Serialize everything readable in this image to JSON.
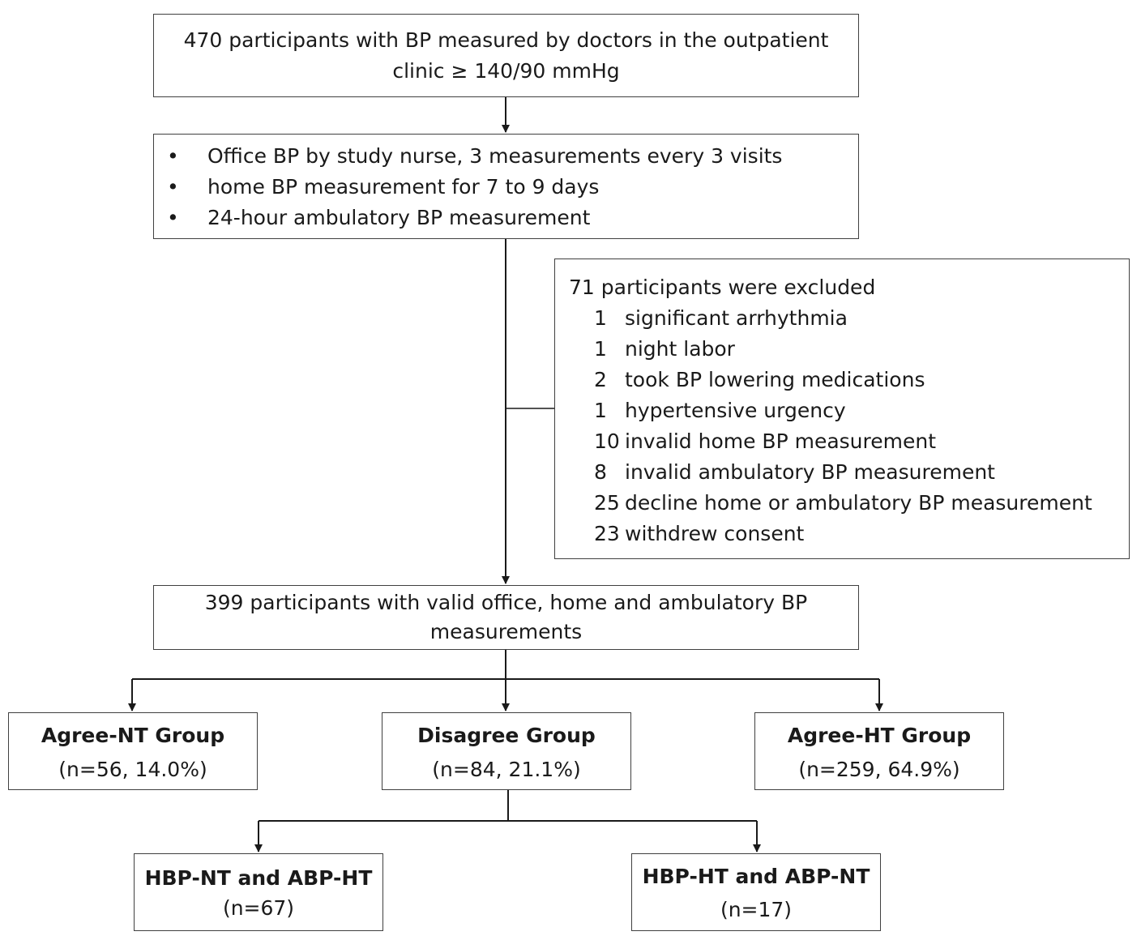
{
  "top_box": {
    "line1": "470 participants with BP measured by doctors in the outpatient",
    "line2": "clinic ≥ 140/90 mmHg"
  },
  "measurement_box": {
    "bullets": [
      "Office BP by study nurse, 3 measurements every 3 visits",
      "home BP measurement for 7 to 9 days",
      "24-hour ambulatory BP measurement"
    ],
    "bullet_symbol": "•"
  },
  "exclusion_box": {
    "title": "71 participants were excluded",
    "items": [
      {
        "count": "1",
        "reason": "significant arrhythmia"
      },
      {
        "count": "1",
        "reason": "night labor"
      },
      {
        "count": "2",
        "reason": "took BP lowering medications"
      },
      {
        "count": "1",
        "reason": "hypertensive urgency"
      },
      {
        "count": "10",
        "reason": "invalid home BP measurement"
      },
      {
        "count": "8",
        "reason": "invalid ambulatory BP measurement"
      },
      {
        "count": "25",
        "reason": "decline home or ambulatory BP measurement"
      },
      {
        "count": "23",
        "reason": "withdrew consent"
      }
    ]
  },
  "valid_box": {
    "line1": "399 participants with valid office, home and ambulatory BP",
    "line2": "measurements"
  },
  "groups": {
    "agree_nt": {
      "title": "Agree-NT Group",
      "stats": "(n=56, 14.0%)"
    },
    "disagree": {
      "title": "Disagree Group",
      "stats": "(n=84, 21.1%)"
    },
    "agree_ht": {
      "title": "Agree-HT Group",
      "stats": "(n=259, 64.9%)"
    }
  },
  "subgroups": {
    "hbp_nt_abp_ht": {
      "title": "HBP-NT and ABP-HT",
      "stats": "(n=67)"
    },
    "hbp_ht_abp_nt": {
      "title": "HBP-HT and ABP-NT",
      "stats": "(n=17)"
    }
  },
  "colors": {
    "border": "#404040",
    "line": "#1a1a1a",
    "text": "#1a1a1a",
    "background": "#ffffff"
  }
}
